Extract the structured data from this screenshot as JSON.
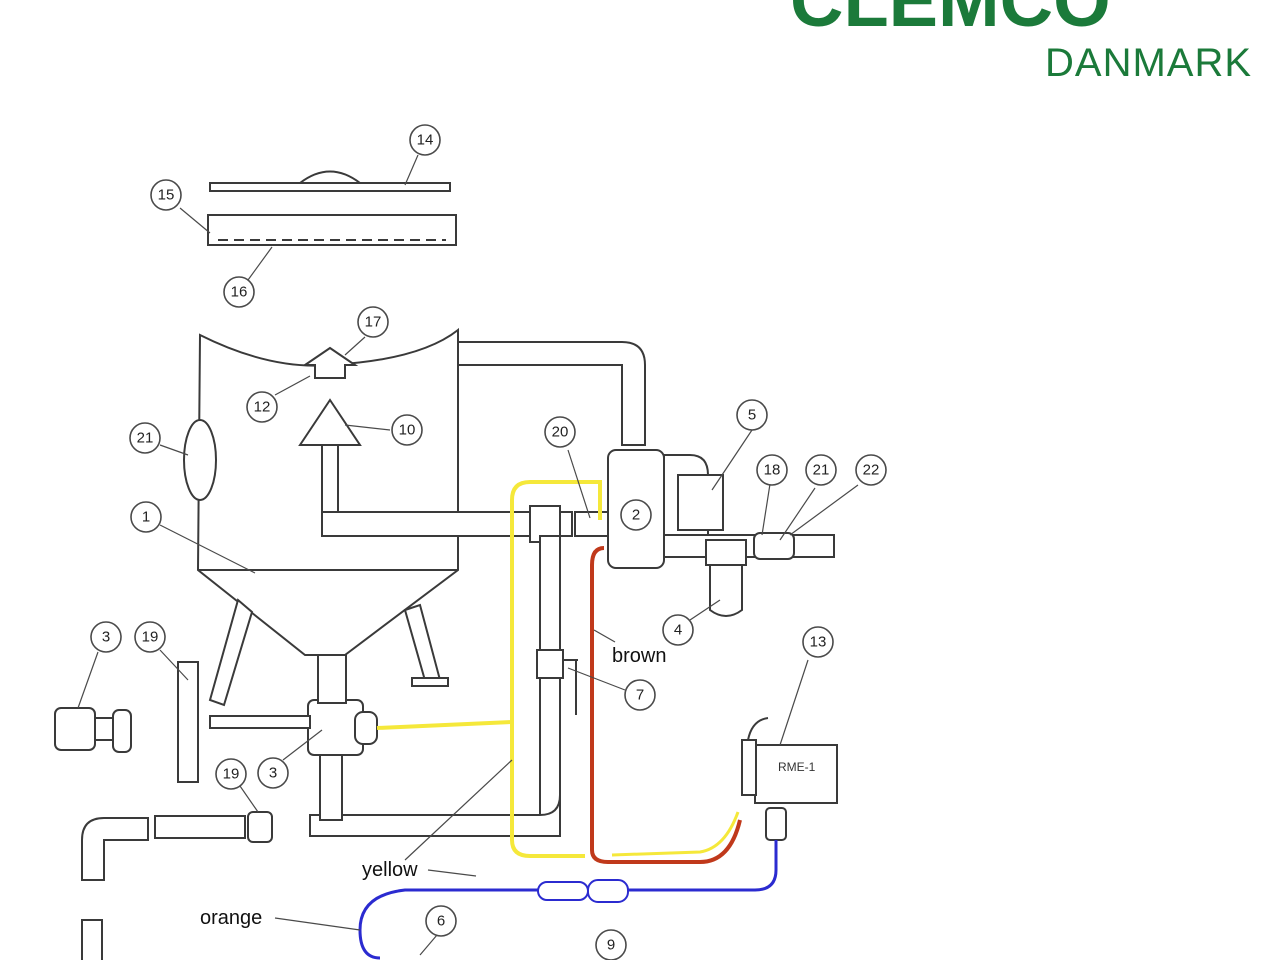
{
  "logo": {
    "brand": "CLEMCO",
    "subtitle": "DANMARK"
  },
  "wires": {
    "yellow": {
      "label": "yellow",
      "color": "#f5e83a"
    },
    "brown": {
      "label": "brown",
      "color": "#c0391b"
    },
    "orange": {
      "label": "orange",
      "color": "#2b2bd0"
    }
  },
  "controller_label": "RME-1",
  "callouts": [
    "1",
    "2",
    "3",
    "3",
    "4",
    "5",
    "6",
    "7",
    "9",
    "10",
    "12",
    "13",
    "14",
    "15",
    "16",
    "17",
    "18",
    "19",
    "19",
    "20",
    "21",
    "21",
    "22"
  ]
}
